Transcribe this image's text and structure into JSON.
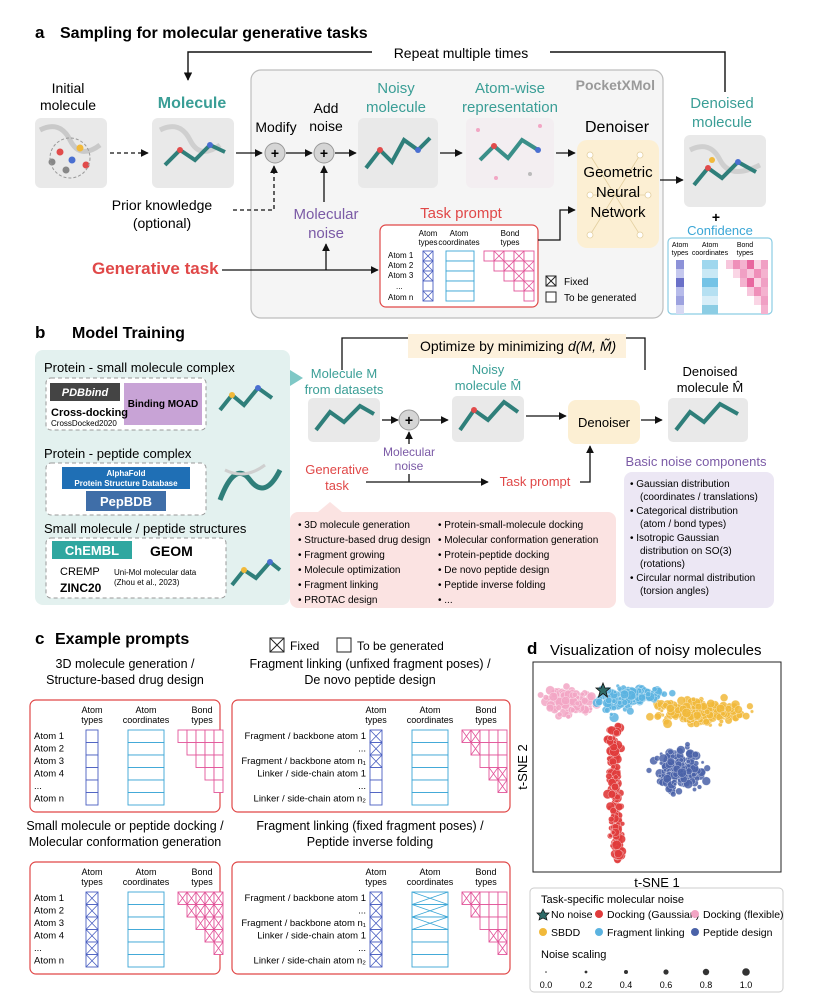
{
  "colors": {
    "teal": "#3a9e96",
    "red": "#e04848",
    "purple": "#7b5aa6",
    "pink": "#e2559a",
    "blue": "#3aa6d6",
    "denoiser": "#fcefd3",
    "grey_panel": "#f4f4f4",
    "train_panel": "#e3f1ef",
    "task_panel": "#fbe3e2",
    "noise_panel": "#ece7f4"
  },
  "panel_a": {
    "letter": "a",
    "title": "Sampling for molecular generative tasks",
    "repeat": "Repeat multiple times",
    "initial_molecule": [
      "Initial",
      "molecule"
    ],
    "molecule": "Molecule",
    "modify": "Modify",
    "add_noise": [
      "Add",
      "noise"
    ],
    "noisy_molecule": [
      "Noisy",
      "molecule"
    ],
    "atom_wise": [
      "Atom-wise",
      "representation"
    ],
    "pocketxmol": "PocketXMol",
    "denoiser": "Denoiser",
    "gnn": [
      "Geometric",
      "Neural",
      "Network"
    ],
    "denoised": [
      "Denoised",
      "molecule"
    ],
    "prior_knowledge": [
      "Prior knowledge",
      "(optional)"
    ],
    "molecular_noise": [
      "Molecular",
      "noise"
    ],
    "task_prompt": "Task prompt",
    "generative_task": "Generative task",
    "plus": "+",
    "confidence": "Confidence",
    "col_atom_types": [
      "Atom",
      "types"
    ],
    "col_atom_coords": [
      "Atom",
      "coordinates"
    ],
    "col_bond_types": [
      "Bond",
      "types"
    ],
    "atom_rows": [
      "Atom 1",
      "Atom 2",
      "Atom 3",
      "...",
      "Atom n"
    ],
    "legend_fixed": "Fixed",
    "legend_generated": "To be generated"
  },
  "panel_b": {
    "letter": "b",
    "title": "Model Training",
    "optimize": "Optimize by minimizing",
    "optimize_formula": "d(M, M̃)",
    "datasets": [
      {
        "heading": "Protein - small molecule complex",
        "items": [
          "PDBbind",
          "Binding MOAD",
          "Cross-docking",
          "CrossDocked2020"
        ]
      },
      {
        "heading": "Protein - peptide complex",
        "items": [
          "AlphaFold",
          "Protein Structure Database",
          "PepBDB"
        ]
      },
      {
        "heading": "Small molecule / peptide structures",
        "items": [
          "ChEMBL",
          "GEOM",
          "CREMP",
          "ZINC20",
          "Uni-Mol molecular data",
          "(Zhou et al., 2023)"
        ]
      }
    ],
    "molecule_m": [
      "Molecule M",
      "from datasets"
    ],
    "noisy_m": [
      "Noisy",
      "molecule M̃"
    ],
    "denoiser": "Denoiser",
    "denoised_m": [
      "Denoised",
      "molecule M̂"
    ],
    "molecular_noise": [
      "Molecular",
      "noise"
    ],
    "generative_task": [
      "Generative",
      "task"
    ],
    "task_prompt": "Task prompt",
    "tasks_left": [
      "3D molecule generation",
      "Structure-based drug design",
      "Fragment growing",
      "Molecule optimization",
      "Fragment linking",
      "PROTAC design"
    ],
    "tasks_right": [
      "Protein-small-molecule docking",
      "Molecular conformation generation",
      "Protein-peptide docking",
      "De novo peptide design",
      "Peptide inverse folding",
      "..."
    ],
    "basic_noise_title": "Basic noise components",
    "noise_components": [
      [
        "Gaussian distribution",
        "(coordinates / translations)"
      ],
      [
        "Categorical distribution",
        "(atom / bond types)"
      ],
      [
        "Isotropic Gaussian",
        "distribution on SO(3)",
        "(rotations)"
      ],
      [
        "Circular normal distribution",
        "(torsion angles)"
      ]
    ]
  },
  "panel_c": {
    "letter": "c",
    "title": "Example prompts",
    "legend_fixed": "Fixed",
    "legend_generated": "To be generated",
    "col_atom_types": [
      "Atom",
      "types"
    ],
    "col_atom_coords": [
      "Atom",
      "coordinates"
    ],
    "col_bond_types": [
      "Bond",
      "types"
    ],
    "prompts": [
      {
        "title": [
          "3D molecule generation /",
          "Structure-based drug design"
        ],
        "rows": [
          "Atom 1",
          "Atom 2",
          "Atom 3",
          "Atom 4",
          "...",
          "Atom n"
        ]
      },
      {
        "title": [
          "Fragment linking (unfixed fragment poses) /",
          "De novo peptide design"
        ],
        "rows": [
          "Fragment / backbone atom 1",
          "...",
          "Fragment / backbone atom n₁",
          "Linker / side-chain atom 1",
          "...",
          "Linker / side-chain atom n₂"
        ]
      },
      {
        "title": [
          "Small molecule or peptide docking /",
          "Molecular conformation generation"
        ],
        "rows": [
          "Atom 1",
          "Atom 2",
          "Atom 3",
          "Atom 4",
          "...",
          "Atom n"
        ]
      },
      {
        "title": [
          "Fragment linking (fixed fragment poses) /",
          "Peptide inverse folding"
        ],
        "rows": [
          "Fragment / backbone atom 1",
          "...",
          "Fragment / backbone atom n₁",
          "Linker / side-chain atom 1",
          "...",
          "Linker / side-chain atom n₂"
        ]
      }
    ]
  },
  "panel_d": {
    "letter": "d",
    "title": "Visualization of noisy molecules",
    "xlabel": "t-SNE 1",
    "ylabel": "t-SNE 2",
    "legend_title": "Task-specific molecular noise",
    "legend_items": [
      {
        "label": "No noise",
        "color": "#2f6b68"
      },
      {
        "label": "Docking (Gaussian)",
        "color": "#e03b3b"
      },
      {
        "label": "Docking (flexible)",
        "color": "#f2a6c4"
      },
      {
        "label": "SBDD",
        "color": "#f1b93a"
      },
      {
        "label": "Fragment linking",
        "color": "#5bb3e0"
      },
      {
        "label": "Peptide design",
        "color": "#4a62a8"
      }
    ],
    "scaling_title": "Noise scaling",
    "scaling_ticks": [
      "0.0",
      "0.2",
      "0.4",
      "0.6",
      "0.8",
      "1.0"
    ]
  }
}
